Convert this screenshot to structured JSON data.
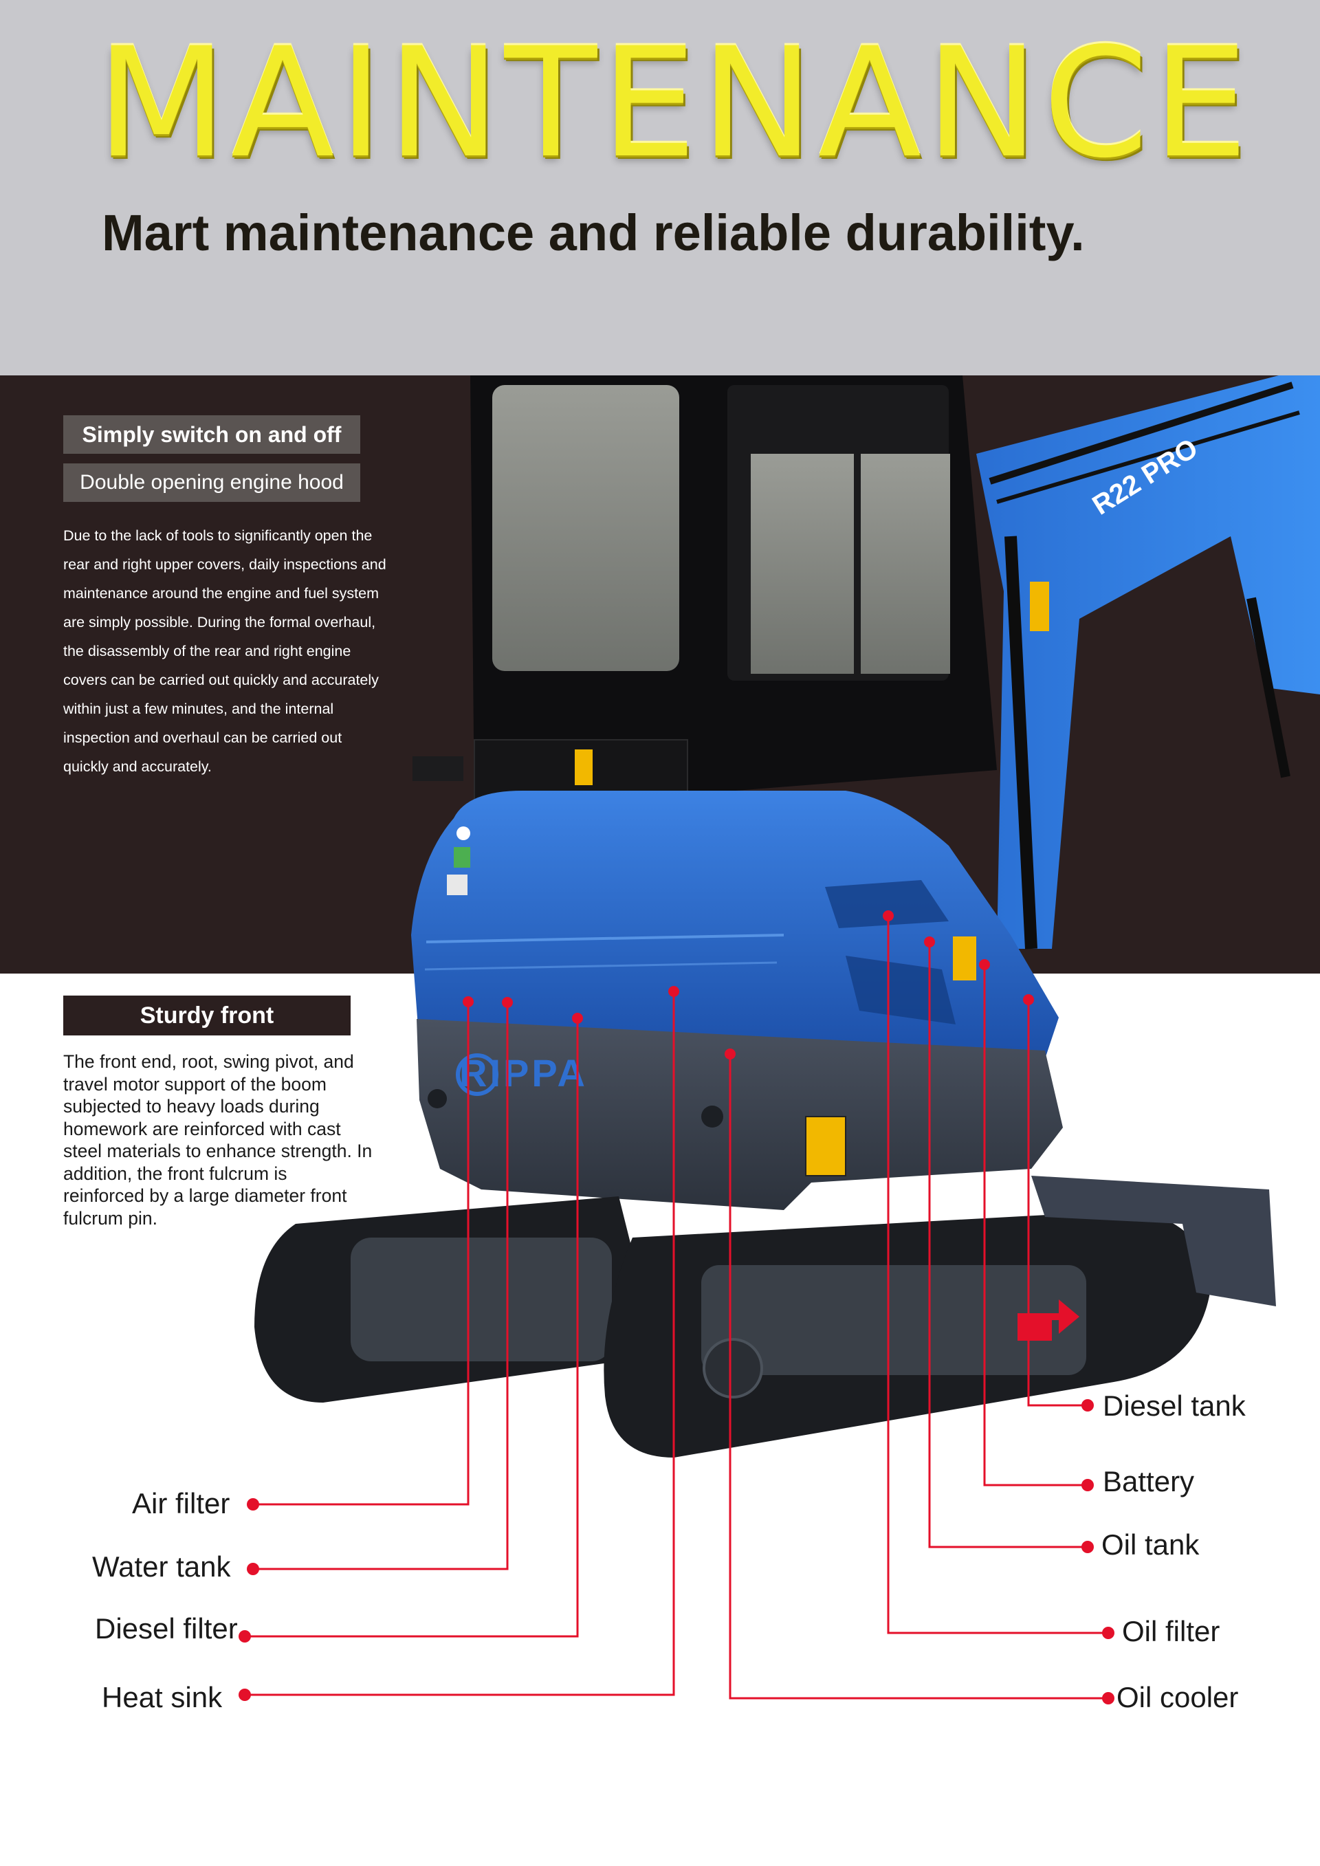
{
  "header": {
    "title": "MAINTENANCE",
    "subtitle": "Mart maintenance and reliable durability."
  },
  "hood_section": {
    "tag_primary": "Simply switch on and off",
    "tag_secondary": "Double opening engine hood",
    "paragraph": "Due to the lack of tools to significantly open the rear and right upper covers, daily inspections and maintenance around the engine and fuel system are simply possible. During the formal overhaul, the disassembly of the rear and right engine covers can be carried out quickly and accurately within just a few minutes, and the internal inspection and overhaul can be carried out quickly and accurately."
  },
  "front_section": {
    "tag": "Sturdy front",
    "paragraph": "The front end, root, swing pivot, and travel motor support of the boom subjected to heavy loads during homework are reinforced with cast steel materials to enhance strength. In addition, the front fulcrum is reinforced by a large diameter front fulcrum pin."
  },
  "machine": {
    "brand": "RIPPA",
    "model": "R22 PRO"
  },
  "callouts": {
    "left": [
      "Air filter",
      "Water tank",
      "Diesel filter",
      "Heat sink"
    ],
    "right": [
      "Diesel tank",
      "Battery",
      "Oil tank",
      "Oil filter",
      "Oil cooler"
    ]
  },
  "colors": {
    "header_bg": "#c8c8cc",
    "title": "#f2ec2a",
    "dark_band": "#2b1f1f",
    "machine_blue": "#2f6fd0",
    "callout_red": "#e4102a"
  }
}
